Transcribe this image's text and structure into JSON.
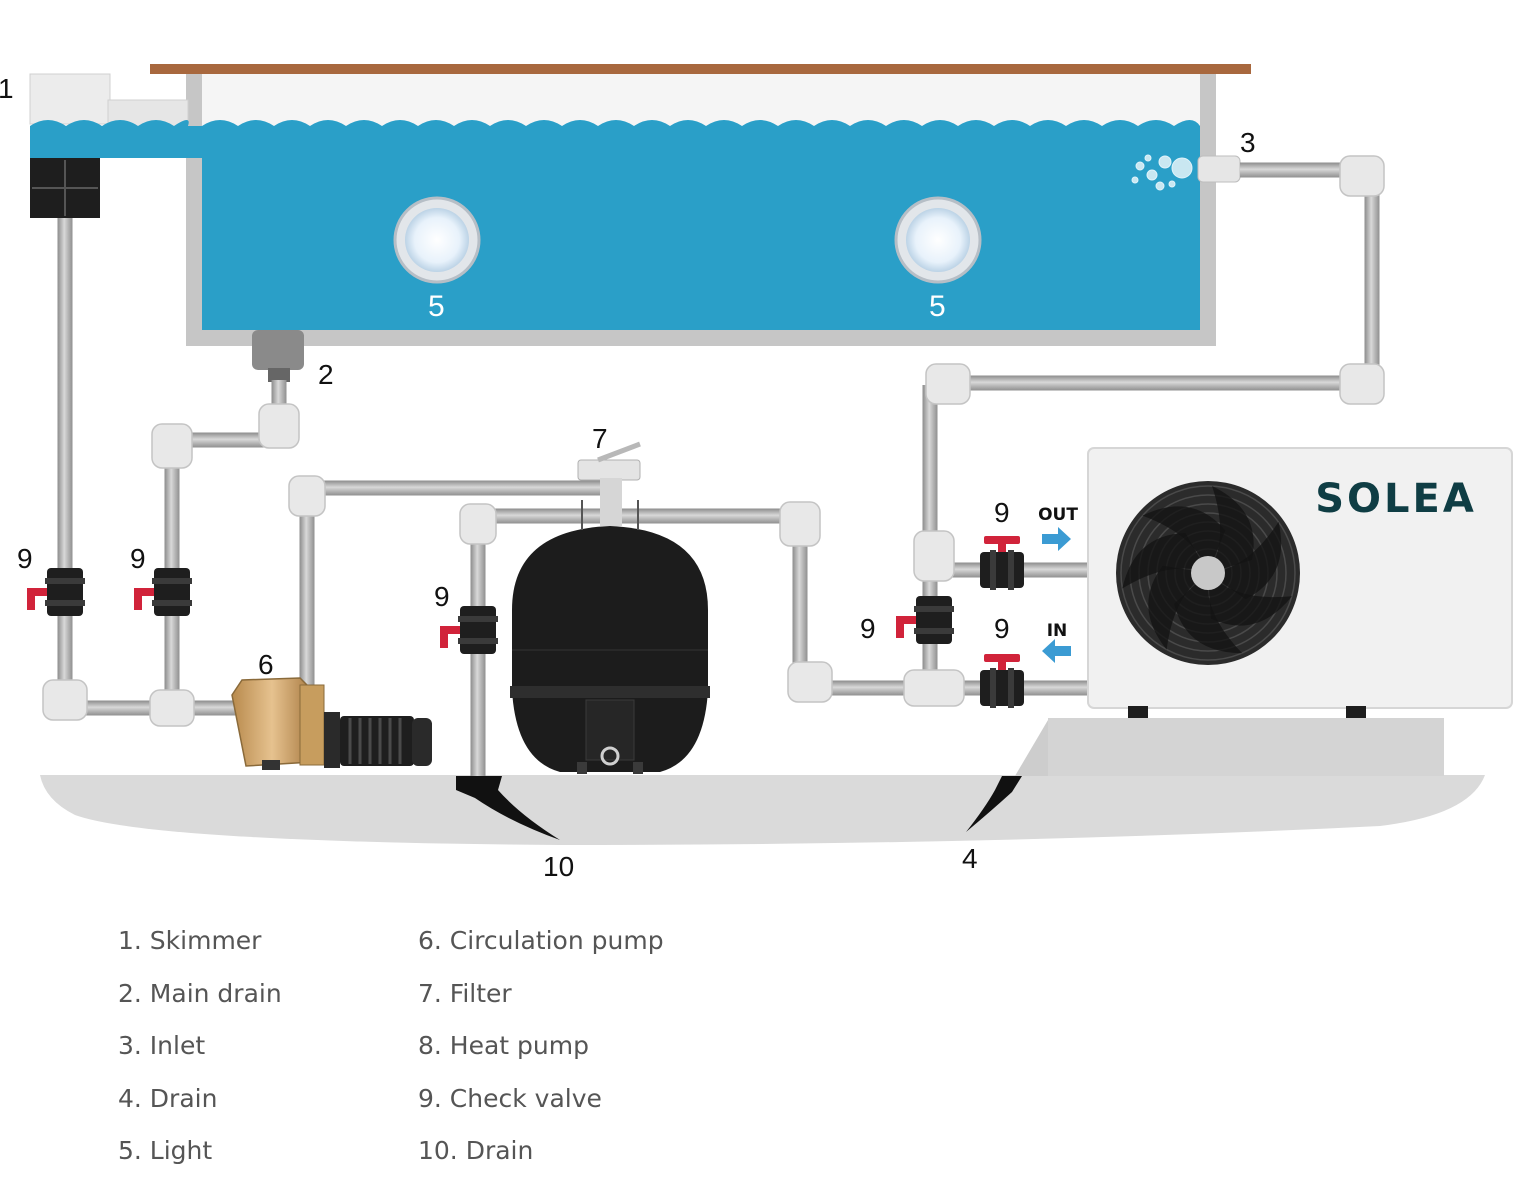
{
  "callouts": {
    "skimmer": "1",
    "main_drain": "2",
    "inlet": "3",
    "drain_right": "4",
    "light_left": "5",
    "light_right": "5",
    "pump": "6",
    "filter": "7",
    "valve_a": "9",
    "valve_b": "9",
    "valve_c": "9",
    "valve_d": "9",
    "valve_e": "9",
    "valve_f": "9",
    "drain_left": "10"
  },
  "heat_pump": {
    "brand": "SOLEA",
    "out_label": "OUT",
    "in_label": "IN"
  },
  "legend": {
    "left": [
      "1. Skimmer",
      "2. Main drain",
      "3. Inlet",
      "4. Drain",
      "5. Light"
    ],
    "right": [
      "6. Circulation pump",
      "7. Filter",
      "8. Heat pump",
      "9. Check valve",
      "10. Drain"
    ]
  },
  "colors": {
    "water": "#2a9fc8",
    "pipe": "#b3b3b3",
    "pipe_fitting": "#e6e6e6",
    "valve_handle": "#d1233a",
    "valve_body": "#1e1e1e",
    "deck": "#a8683e",
    "ground": "#dadada",
    "heat_pump_body": "#f1f1f1",
    "flow_arrow": "#3b9bd3"
  }
}
